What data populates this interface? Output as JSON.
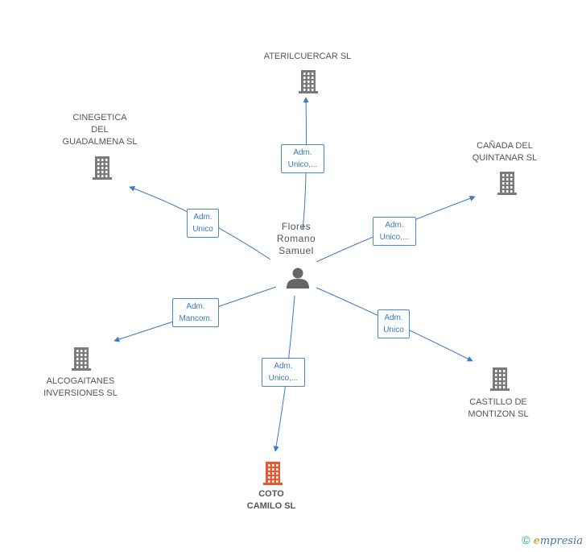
{
  "colors": {
    "edge": "#3a78c9",
    "building": "#7a7a7a",
    "main_building": "#e8572f",
    "person": "#666666"
  },
  "center": {
    "label": "Flores\nRomano\nSamuel",
    "icon": "person-icon"
  },
  "nodes": [
    {
      "id": "ateril",
      "label": "ATERILCUERCAR SL",
      "role": "Adm.\nUnico,...",
      "main": false
    },
    {
      "id": "cinegetica",
      "label": "CINEGETICA\nDEL\nGUADALMENA SL",
      "role": "Adm.\nUnico",
      "main": false
    },
    {
      "id": "canada",
      "label": "CAÑADA DEL\nQUINTANAR SL",
      "role": "Adm.\nUnico,...",
      "main": false
    },
    {
      "id": "alcogaitanes",
      "label": "ALCOGAITANES\nINVERSIONES SL",
      "role": "Adm.\nMancom.",
      "main": false
    },
    {
      "id": "castillo",
      "label": "CASTILLO DE\nMONTIZON SL",
      "role": "Adm.\nUnico",
      "main": false
    },
    {
      "id": "coto",
      "label": "COTO\nCAMILO SL",
      "role": "Adm.\nUnico,...",
      "main": true
    }
  ],
  "footer": {
    "copyright": "©",
    "brand_first": "e",
    "brand_rest": "mpresia"
  }
}
